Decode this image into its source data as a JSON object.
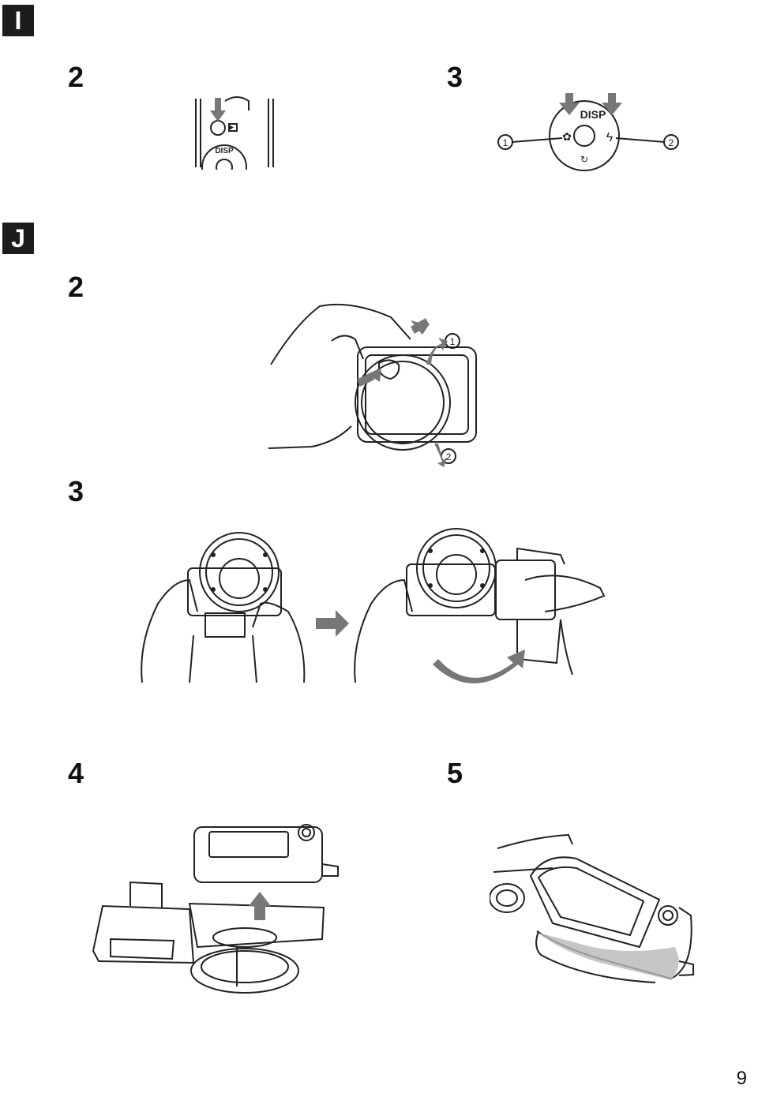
{
  "sections": [
    {
      "id": "I",
      "steps": [
        "2",
        "3"
      ]
    },
    {
      "id": "J",
      "steps": [
        "2",
        "3",
        "4",
        "5"
      ]
    }
  ],
  "labels": {
    "disp": "DISP",
    "callout_1": "1",
    "callout_2": "2"
  },
  "page_number": "9"
}
